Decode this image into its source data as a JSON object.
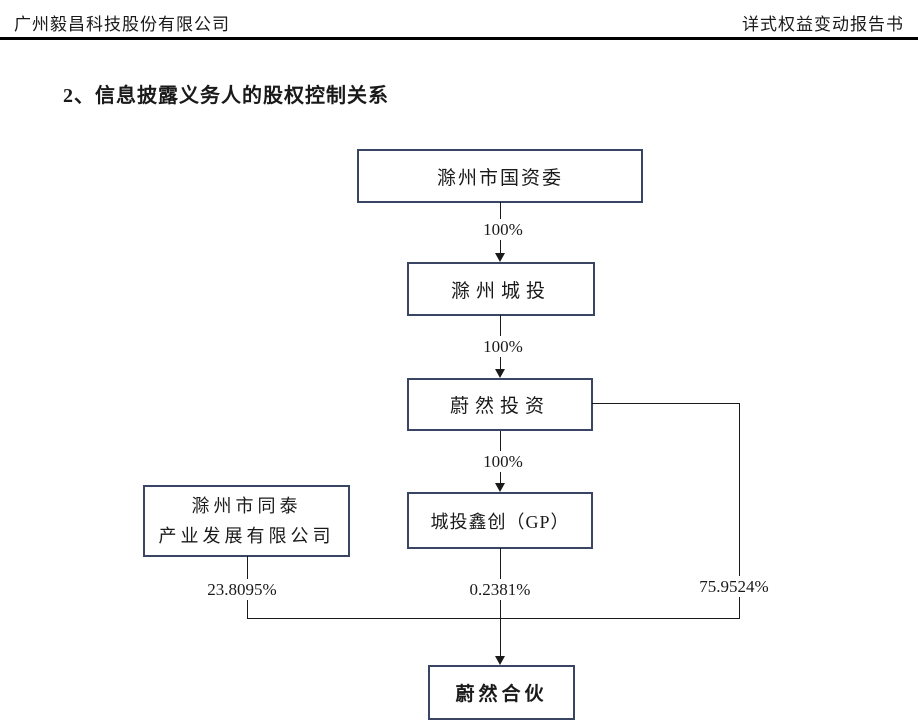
{
  "header": {
    "left_title": "广州毅昌科技股份有限公司",
    "right_title": "详式权益变动报告书"
  },
  "section": {
    "title": "2、信息披露义务人的股权控制关系"
  },
  "diagram": {
    "nodes": [
      {
        "id": "chuzhou-sasac",
        "label": "滁州市国资委"
      },
      {
        "id": "chuzhou-chengtou",
        "label": "滁州城投"
      },
      {
        "id": "weiran-investment",
        "label": "蔚然投资"
      },
      {
        "id": "tongtai-industry",
        "label": "滁州市同泰产业发展有限公司",
        "line1": "滁州市同泰",
        "line2": "产业发展有限公司"
      },
      {
        "id": "chengtou-xinchuang-gp",
        "label": "城投鑫创（GP）"
      },
      {
        "id": "weiran-partnership",
        "label": "蔚然合伙"
      }
    ],
    "edges": [
      {
        "from": "滁州市国资委",
        "to": "滁州城投",
        "label": "100%"
      },
      {
        "from": "滁州城投",
        "to": "蔚然投资",
        "label": "100%"
      },
      {
        "from": "蔚然投资",
        "to": "城投鑫创（GP）",
        "label": "100%"
      },
      {
        "from": "滁州市同泰产业发展有限公司",
        "to": "蔚然合伙",
        "label": "23.8095%"
      },
      {
        "from": "城投鑫创（GP）",
        "to": "蔚然合伙",
        "label": "0.2381%"
      },
      {
        "from": "蔚然投资",
        "to": "蔚然合伙",
        "label": "75.9524%"
      }
    ],
    "colors": {
      "box_border": "#3a4563",
      "line": "#1a1a1a"
    }
  }
}
